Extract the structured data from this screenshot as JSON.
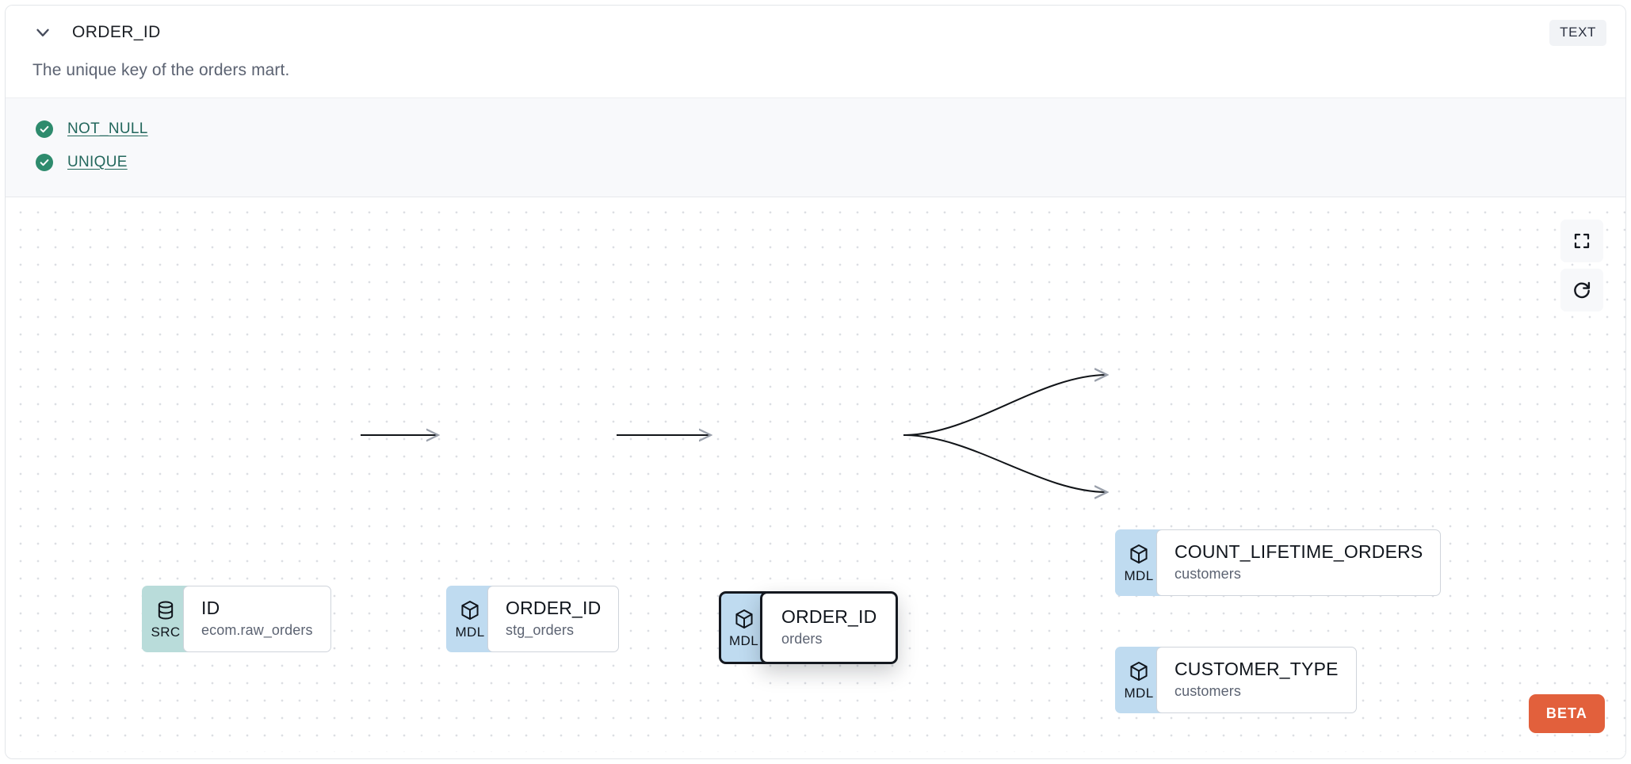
{
  "header": {
    "collapse_icon": "chevron-down-icon",
    "column_name": "ORDER_ID",
    "data_type": "TEXT"
  },
  "description": "The unique key of the orders mart.",
  "tests": {
    "items": [
      {
        "status_icon": "check-circle-icon",
        "label": "NOT_NULL"
      },
      {
        "status_icon": "check-circle-icon",
        "label": "UNIQUE"
      }
    ]
  },
  "lineage": {
    "controls": [
      {
        "name": "fit-view-button",
        "icon": "fullscreen-icon"
      },
      {
        "name": "reset-button",
        "icon": "refresh-icon"
      }
    ],
    "beta_label": "BETA",
    "nodes": [
      {
        "id": "node-src",
        "badge": "SRC",
        "badge_icon": "database-icon",
        "name": "ID",
        "source": "ecom.raw_orders",
        "selected": false
      },
      {
        "id": "node-stg",
        "badge": "MDL",
        "badge_icon": "cube-icon",
        "name": "ORDER_ID",
        "source": "stg_orders",
        "selected": false
      },
      {
        "id": "node-orders",
        "badge": "MDL",
        "badge_icon": "cube-icon",
        "name": "ORDER_ID",
        "source": "orders",
        "selected": true
      },
      {
        "id": "node-count",
        "badge": "MDL",
        "badge_icon": "cube-icon",
        "name": "COUNT_LIFETIME_ORDERS",
        "source": "customers",
        "selected": false
      },
      {
        "id": "node-custtype",
        "badge": "MDL",
        "badge_icon": "cube-icon",
        "name": "CUSTOMER_TYPE",
        "source": "customers",
        "selected": false
      }
    ],
    "edges": [
      {
        "from": "node-src",
        "to": "node-stg",
        "style": "straight"
      },
      {
        "from": "node-stg",
        "to": "node-orders",
        "style": "straight"
      },
      {
        "from": "node-orders",
        "to": "node-count",
        "style": "bezier"
      },
      {
        "from": "node-orders",
        "to": "node-custtype",
        "style": "bezier"
      }
    ]
  },
  "colors": {
    "src_badge": "#b9dcda",
    "mdl_badge": "#bfdbf0",
    "test_pass": "#2e8b6d",
    "test_link": "#23675c",
    "beta": "#e2603c",
    "canvas_dot": "#dcdee3",
    "tests_bg": "#f8f9fb"
  }
}
